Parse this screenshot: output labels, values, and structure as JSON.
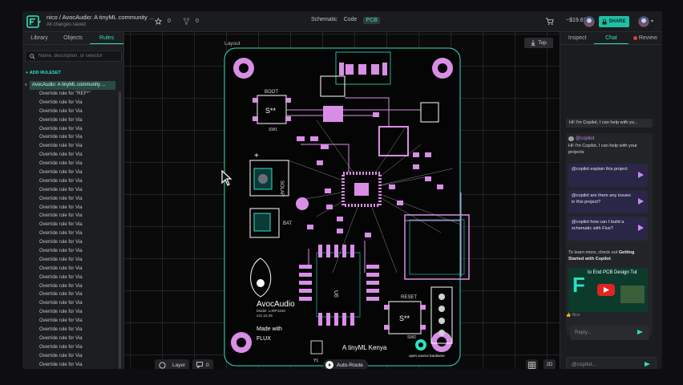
{
  "header": {
    "breadcrumb": "nico / AvocAudio: A tinyML community ...",
    "save_status": "All changes saved",
    "stars": "0",
    "forks": "0",
    "views": [
      "Schematic",
      "Code",
      "PCB"
    ],
    "price": "~$19.62",
    "share_label": "SHARE",
    "colors": {
      "accent": "#1fbfa4",
      "accent_text": "#2de0c2"
    }
  },
  "sidebar": {
    "tabs": [
      "Library",
      "Objects",
      "Rules"
    ],
    "active_tab": "Rules",
    "search_placeholder": "Name, description, or selector",
    "add_ruleset": "ADD RULESET",
    "ruleset_name": "AvocAudio: A tinyML community ...",
    "rules": [
      "Override rule for \"REF*\"",
      "Override rule for Via",
      "Override rule for Via",
      "Override rule for Via",
      "Override rule for Via",
      "Override rule for Via",
      "Override rule for Via",
      "Override rule for Via",
      "Override rule for Via",
      "Override rule for Via",
      "Override rule for Via",
      "Override rule for Via",
      "Override rule for Via",
      "Override rule for Via",
      "Override rule for Via",
      "Override rule for Via",
      "Override rule for Via",
      "Override rule for Via",
      "Override rule for Via",
      "Override rule for Via",
      "Override rule for Via",
      "Override rule for Via",
      "Override rule for Via",
      "Override rule for Via",
      "Override rule for Via",
      "Override rule for Via",
      "Override rule for Via",
      "Override rule for Via",
      "Override rule for Via",
      "Override rule for Via",
      "Override rule for Via",
      "Override rule for Via",
      "Override rule for Via"
    ]
  },
  "canvas": {
    "layout_label": "Layout",
    "top_button": "Top",
    "layer_button": "Layer",
    "comments_count": "0",
    "auto_route": "Auto-Route",
    "view_mode": "2D",
    "pcb_labels": {
      "boot": "BOOT",
      "sw1": "SW1",
      "solar": "SOLAR",
      "bat": "BAT",
      "reset": "RESET",
      "sw2": "SW2",
      "brand": "AvocAudio",
      "model": "Model: LoRP1040",
      "version": "v21.10.29",
      "made_with": "Made with",
      "flux": "FLUX",
      "xtal": "Y1",
      "u6": "U6",
      "footer": "A tinyML Kenya",
      "osh": "open source hardware",
      "s_star": "S**"
    }
  },
  "copilot": {
    "tabs": [
      "Inspect",
      "Chat",
      "Review"
    ],
    "active_tab": "Chat",
    "preview": "Hi! I'm Copilot, I can help with yo...",
    "name": "@copilot",
    "greeting": "Hi! I'm Copilot, I can help with your projects",
    "suggestions": [
      "@copilot explain this project",
      "@copilot are there any issues in this project?",
      "@copilot how can I build a schematic with Flux?"
    ],
    "learn_prefix": "To learn more, check out",
    "learn_link": "Getting Started with Copilot",
    "video_caption": "to End PCB Design Tut",
    "likes": "Nice",
    "reply_placeholder": "Reply...",
    "input_placeholder": "@copilot..."
  }
}
